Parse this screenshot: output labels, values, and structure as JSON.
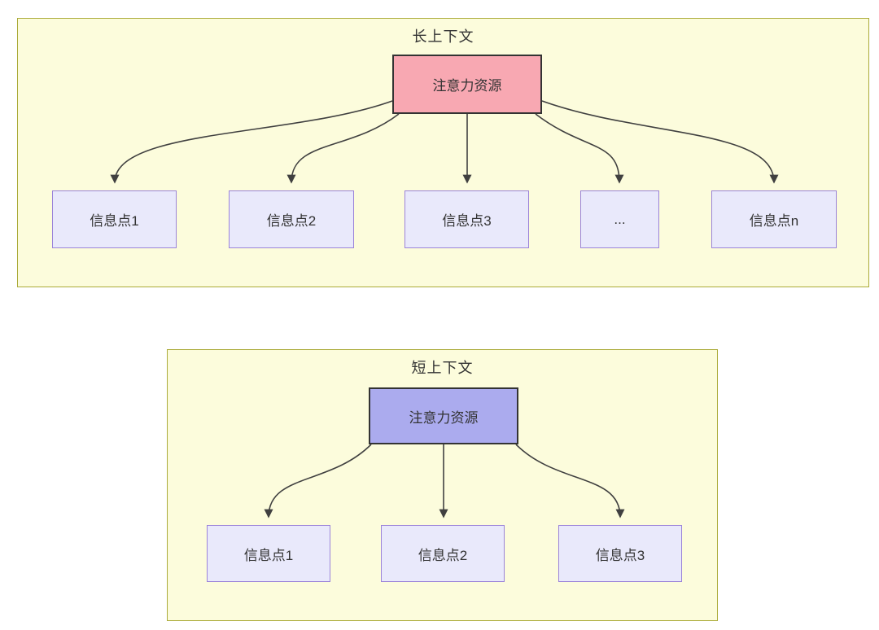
{
  "diagram": {
    "panels": [
      {
        "title": "长上下文",
        "attention": {
          "label": "注意力资源",
          "color": "#F8A8B2"
        },
        "nodes": [
          {
            "label": "信息点1"
          },
          {
            "label": "信息点2"
          },
          {
            "label": "信息点3"
          },
          {
            "label": "..."
          },
          {
            "label": "信息点n"
          }
        ]
      },
      {
        "title": "短上下文",
        "attention": {
          "label": "注意力资源",
          "color": "#ABABEE"
        },
        "nodes": [
          {
            "label": "信息点1"
          },
          {
            "label": "信息点2"
          },
          {
            "label": "信息点3"
          }
        ]
      }
    ],
    "colors": {
      "panel_background": "#FCFCDC",
      "panel_border": "#ABAB3A",
      "info_node_background": "#E9E9FB",
      "info_node_border": "#9B83D9",
      "attention_border": "#333333",
      "arrow": "#404040",
      "text": "#333333"
    }
  }
}
